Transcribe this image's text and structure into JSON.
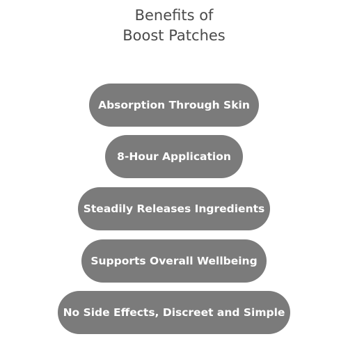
{
  "header": {
    "title_line1": "Benefits of",
    "title_line2": "Boost Patches"
  },
  "benefits": [
    {
      "label": "Absorption Through Skin"
    },
    {
      "label": "8-Hour Application"
    },
    {
      "label": "Steadily Releases Ingredients"
    },
    {
      "label": "Supports Overall Wellbeing"
    },
    {
      "label": "No Side Effects, Discreet and Simple"
    }
  ],
  "colors": {
    "pill_background": "#7b7b7b",
    "pill_text": "#ffffff",
    "title_text": "#4a4a4a",
    "page_background": "#ffffff"
  }
}
